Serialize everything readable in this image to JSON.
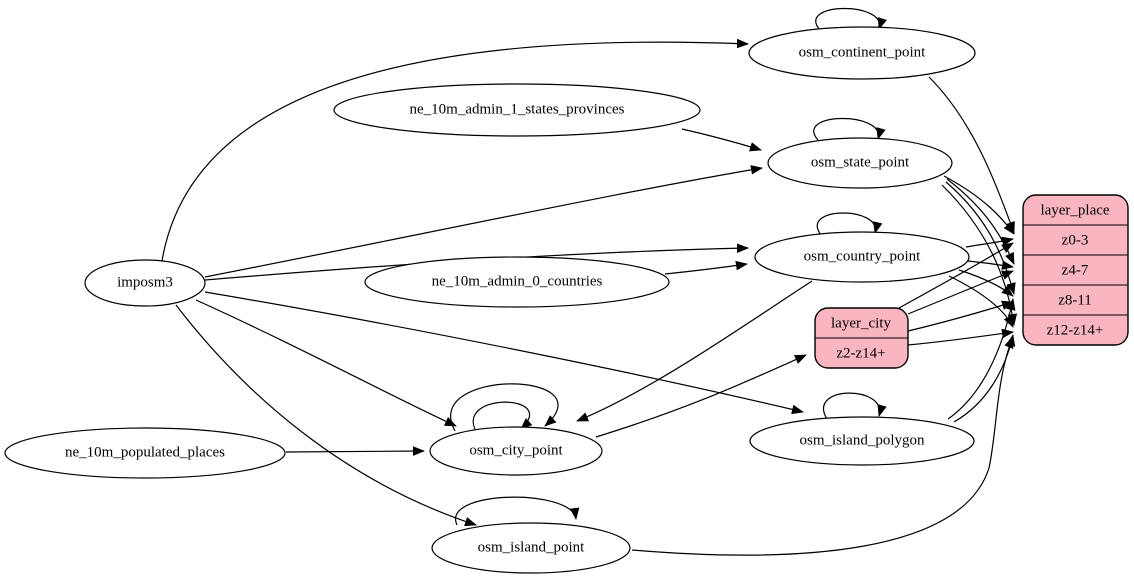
{
  "diagram": {
    "colors": {
      "background": "#ffffff",
      "ellipse_fill": "#ffffff",
      "record_fill": "#f9b6c1",
      "stroke": "#000000"
    },
    "ellipse_nodes": [
      {
        "id": "imposm3",
        "label": "imposm3"
      },
      {
        "id": "ne_10m_admin_1_states_provinces",
        "label": "ne_10m_admin_1_states_provinces"
      },
      {
        "id": "ne_10m_admin_0_countries",
        "label": "ne_10m_admin_0_countries"
      },
      {
        "id": "ne_10m_populated_places",
        "label": "ne_10m_populated_places"
      },
      {
        "id": "osm_continent_point",
        "label": "osm_continent_point"
      },
      {
        "id": "osm_state_point",
        "label": "osm_state_point"
      },
      {
        "id": "osm_country_point",
        "label": "osm_country_point"
      },
      {
        "id": "osm_city_point",
        "label": "osm_city_point"
      },
      {
        "id": "osm_island_polygon",
        "label": "osm_island_polygon"
      },
      {
        "id": "osm_island_point",
        "label": "osm_island_point"
      }
    ],
    "record_nodes": [
      {
        "id": "layer_city",
        "title": "layer_city",
        "rows": [
          "z2-z14+"
        ]
      },
      {
        "id": "layer_place",
        "title": "layer_place",
        "rows": [
          "z0-3",
          "z4-7",
          "z8-11",
          "z12-z14+"
        ]
      }
    ],
    "edges": [
      {
        "from": "imposm3",
        "to": "osm_continent_point"
      },
      {
        "from": "imposm3",
        "to": "osm_state_point"
      },
      {
        "from": "imposm3",
        "to": "osm_country_point"
      },
      {
        "from": "imposm3",
        "to": "osm_city_point"
      },
      {
        "from": "imposm3",
        "to": "osm_island_polygon"
      },
      {
        "from": "imposm3",
        "to": "osm_island_point"
      },
      {
        "from": "ne_10m_admin_1_states_provinces",
        "to": "osm_state_point"
      },
      {
        "from": "ne_10m_admin_0_countries",
        "to": "osm_country_point"
      },
      {
        "from": "ne_10m_populated_places",
        "to": "osm_city_point"
      },
      {
        "from": "osm_city_point",
        "to": "layer_city:z2-z14+"
      },
      {
        "from": "osm_country_point",
        "to": "osm_city_point"
      },
      {
        "from": "osm_continent_point",
        "to": "layer_place:z0-3"
      },
      {
        "from": "osm_state_point",
        "to": "layer_place:z0-3"
      },
      {
        "from": "osm_state_point",
        "to": "layer_place:z4-7"
      },
      {
        "from": "osm_state_point",
        "to": "layer_place:z8-11"
      },
      {
        "from": "osm_state_point",
        "to": "layer_place:z12-z14+"
      },
      {
        "from": "osm_country_point",
        "to": "layer_place:z0-3"
      },
      {
        "from": "osm_country_point",
        "to": "layer_place:z4-7"
      },
      {
        "from": "osm_country_point",
        "to": "layer_place:z8-11"
      },
      {
        "from": "osm_country_point",
        "to": "layer_place:z12-z14+"
      },
      {
        "from": "layer_city",
        "to": "layer_place:z0-3"
      },
      {
        "from": "layer_city",
        "to": "layer_place:z4-7"
      },
      {
        "from": "layer_city",
        "to": "layer_place:z8-11"
      },
      {
        "from": "layer_city",
        "to": "layer_place:z12-z14+"
      },
      {
        "from": "osm_island_polygon",
        "to": "layer_place:z8-11"
      },
      {
        "from": "osm_island_polygon",
        "to": "layer_place:z12-z14+"
      },
      {
        "from": "osm_island_point",
        "to": "layer_place:z12-z14+"
      },
      {
        "from": "osm_continent_point",
        "to": "osm_continent_point"
      },
      {
        "from": "osm_state_point",
        "to": "osm_state_point"
      },
      {
        "from": "osm_country_point",
        "to": "osm_country_point"
      },
      {
        "from": "osm_city_point",
        "to": "osm_city_point"
      },
      {
        "from": "osm_city_point",
        "to": "osm_city_point"
      },
      {
        "from": "osm_island_polygon",
        "to": "osm_island_polygon"
      },
      {
        "from": "osm_island_point",
        "to": "osm_island_point"
      }
    ]
  }
}
